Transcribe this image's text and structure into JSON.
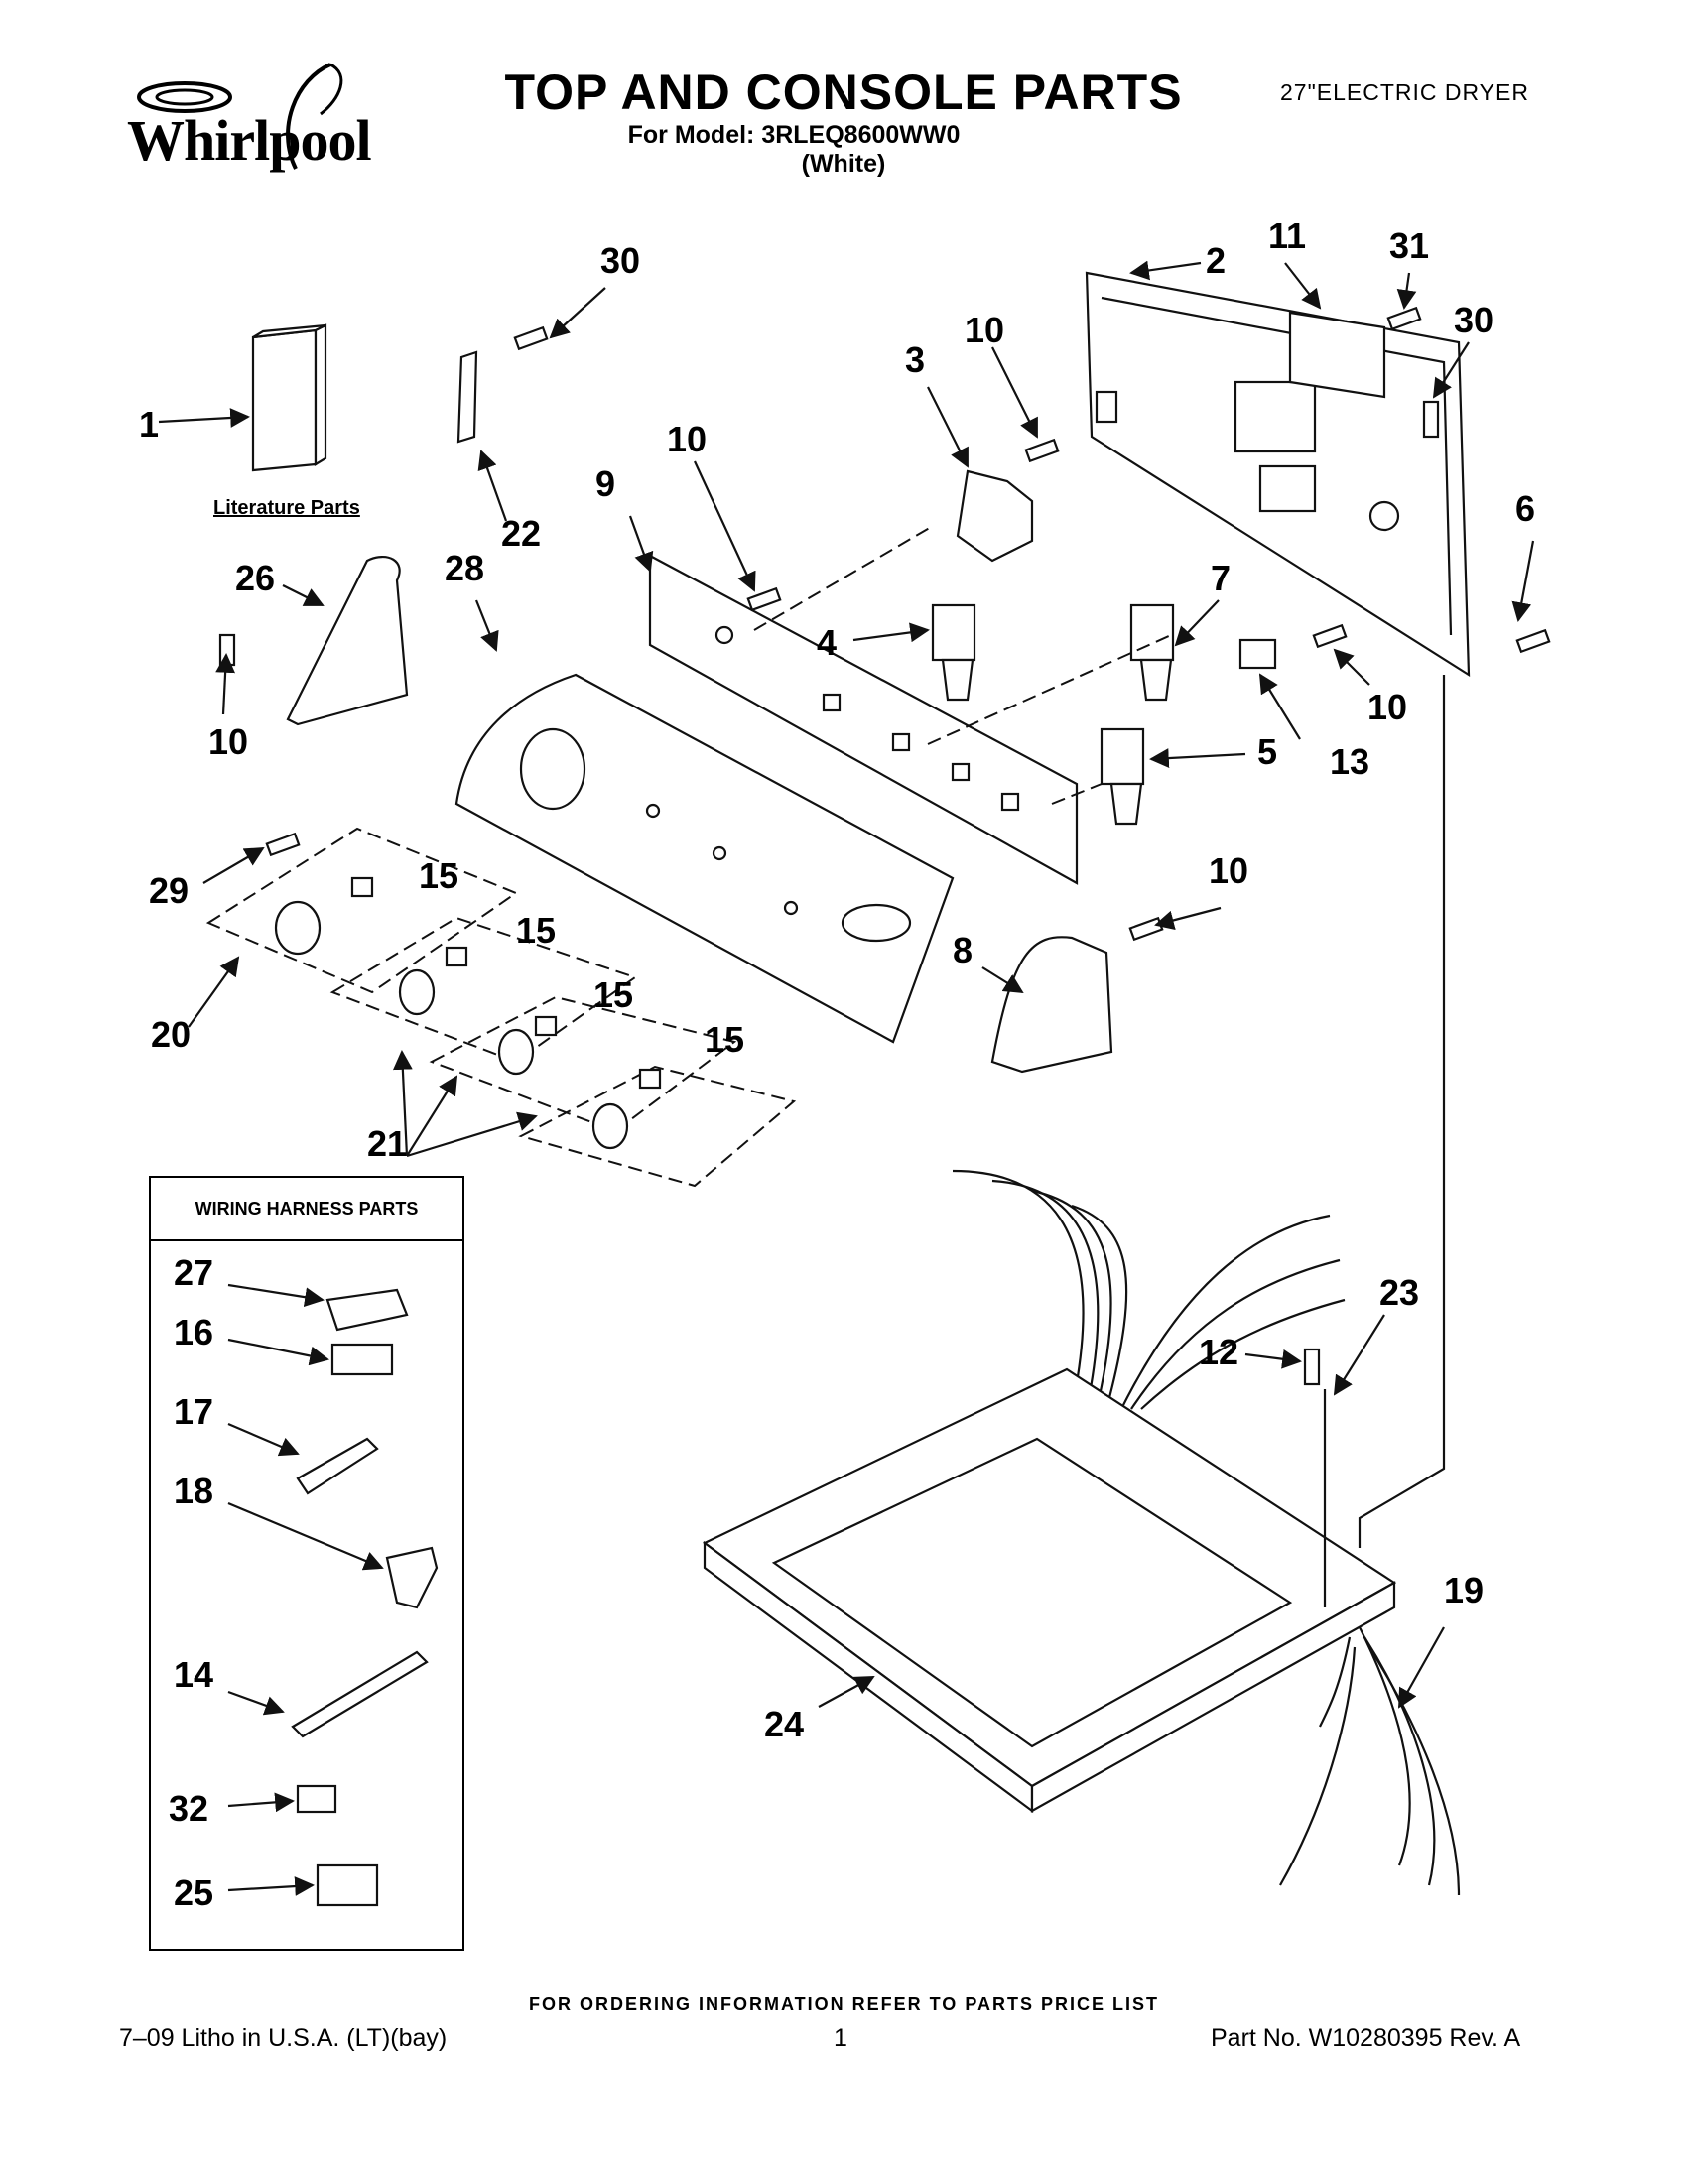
{
  "brand": {
    "logo_text": "Whirlpool"
  },
  "header": {
    "title": "TOP AND CONSOLE PARTS",
    "model_line": "For Model: 3RLEQ8600WW0",
    "color": "(White)",
    "product": "27\"ELECTRIC DRYER"
  },
  "diagram": {
    "literature_label": "Literature Parts",
    "harness_box_title": "WIRING HARNESS PARTS",
    "callouts": [
      "1",
      "2",
      "3",
      "4",
      "5",
      "6",
      "7",
      "8",
      "9",
      "10",
      "11",
      "12",
      "13",
      "14",
      "15",
      "16",
      "17",
      "18",
      "19",
      "20",
      "21",
      "22",
      "23",
      "24",
      "25",
      "26",
      "27",
      "28",
      "29",
      "30",
      "31",
      "32"
    ]
  },
  "footer": {
    "ordering_note": "FOR ORDERING INFORMATION REFER TO PARTS PRICE LIST",
    "litho": "7–09 Litho in U.S.A. (LT)(bay)",
    "page_number": "1",
    "part_number": "Part No. W10280395 Rev. A"
  }
}
